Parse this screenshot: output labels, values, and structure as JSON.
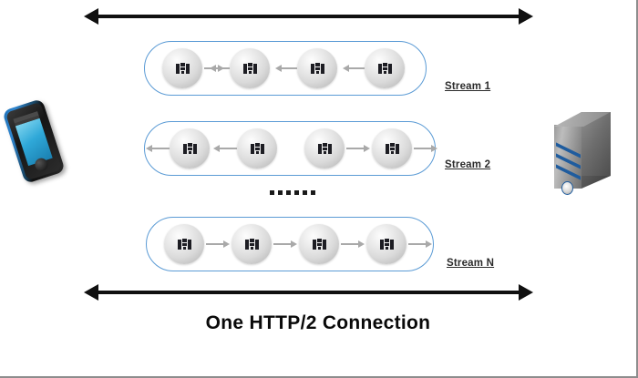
{
  "diagram": {
    "title": "One HTTP/2 Connection",
    "client_icon": "smartphone-icon",
    "server_icon": "server-tower-icon",
    "connection_arrow_top": "double-headed-arrow",
    "connection_arrow_bottom": "double-headed-arrow",
    "ellipsis": "......",
    "node_icon": "http2-frame-icon",
    "accent_color": "#5b9bd5",
    "arrow_color": "#101010",
    "frame_arrow_color": "#a9a9a9",
    "label_color": "#2b2b2b",
    "streams": [
      {
        "label": "Stream 1",
        "frames": [
          {
            "icon": "http2-frame-icon"
          },
          {
            "icon": "http2-frame-icon"
          },
          {
            "icon": "http2-frame-icon"
          },
          {
            "icon": "http2-frame-icon"
          }
        ],
        "frame_arrows": [
          "right",
          "left",
          "left",
          "left"
        ]
      },
      {
        "label": "Stream 2",
        "frames": [
          {
            "icon": "http2-frame-icon"
          },
          {
            "icon": "http2-frame-icon"
          },
          {
            "icon": "http2-frame-icon"
          },
          {
            "icon": "http2-frame-icon"
          }
        ],
        "frame_arrows": [
          "left-out",
          "left",
          "right",
          "right"
        ]
      },
      {
        "label": "Stream N",
        "frames": [
          {
            "icon": "http2-frame-icon"
          },
          {
            "icon": "http2-frame-icon"
          },
          {
            "icon": "http2-frame-icon"
          },
          {
            "icon": "http2-frame-icon"
          }
        ],
        "frame_arrows": [
          "right",
          "right",
          "right",
          "right"
        ]
      }
    ]
  }
}
